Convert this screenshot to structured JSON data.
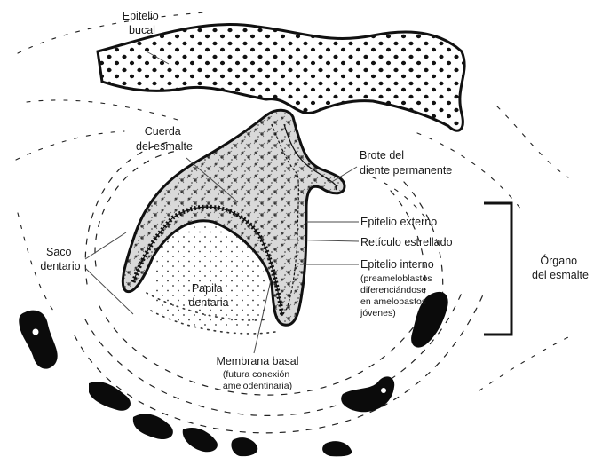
{
  "labels": {
    "epitelio_bucal": [
      "Epitelio",
      "bucal"
    ],
    "cuerda_esmalte": [
      "Cuerda",
      "del esmalte"
    ],
    "brote": [
      "Brote del",
      "diente permanente"
    ],
    "epitelio_externo": "Epitelio externo",
    "reticulo": "Retículo estrellado",
    "epitelio_interno": "Epitelio interno",
    "epitelio_interno_note": [
      "(preameloblastos",
      "diferenciándose",
      "en amelobastos",
      "jóvenes)"
    ],
    "saco_dentario": [
      "Saco",
      "dentario"
    ],
    "papila_dentaria": [
      "Papila",
      "dentaria"
    ],
    "organo_esmalte": [
      "Órgano",
      "del esmalte"
    ],
    "membrana_basal": "Membrana basal",
    "membrana_basal_note": [
      "(futura conexión",
      "amelodentinaria)"
    ]
  }
}
